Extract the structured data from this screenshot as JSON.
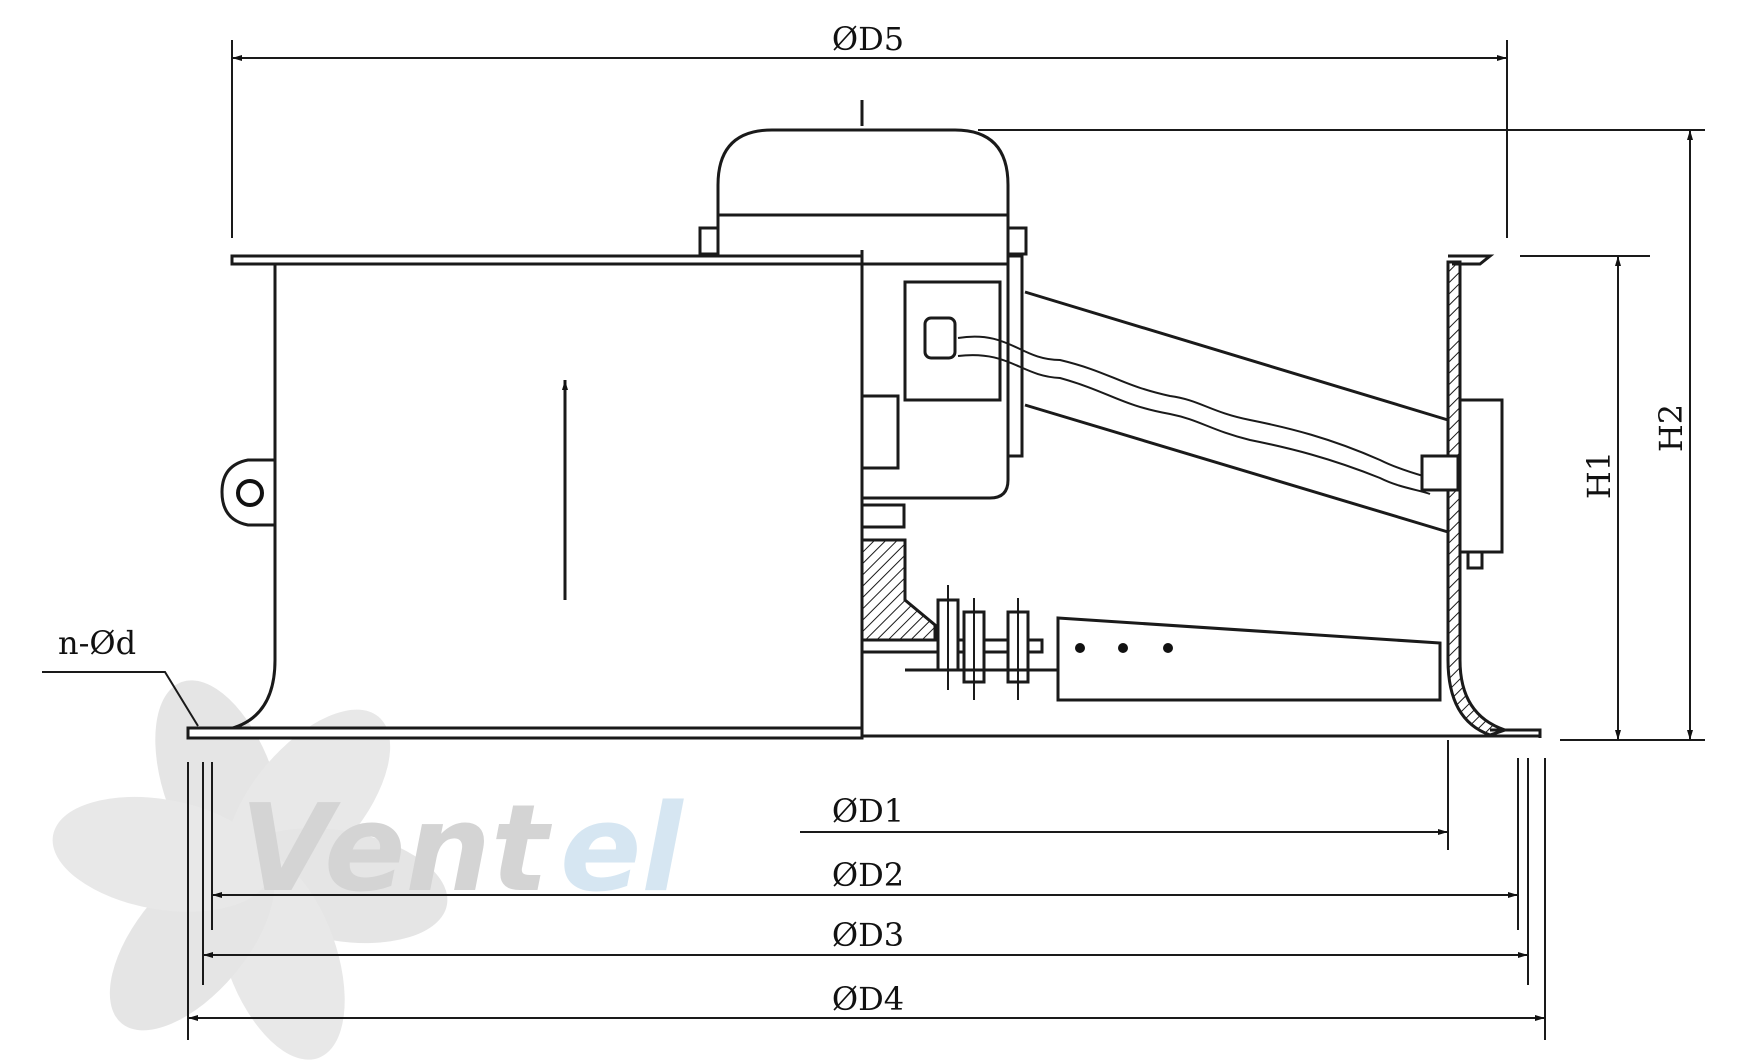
{
  "dimensions": {
    "d5": "ØD5",
    "d1": "ØD1",
    "d2": "ØD2",
    "d3": "ØD3",
    "d4": "ØD4",
    "h1": "H1",
    "h2": "H2",
    "holes": "n-Ød"
  },
  "watermark": {
    "text_a": "Vent",
    "text_b": "el",
    "color_a": "#d4d4d4",
    "color_b": "#d6e6f2"
  },
  "colors": {
    "line": "#1a1a1a",
    "background": "#ffffff"
  }
}
